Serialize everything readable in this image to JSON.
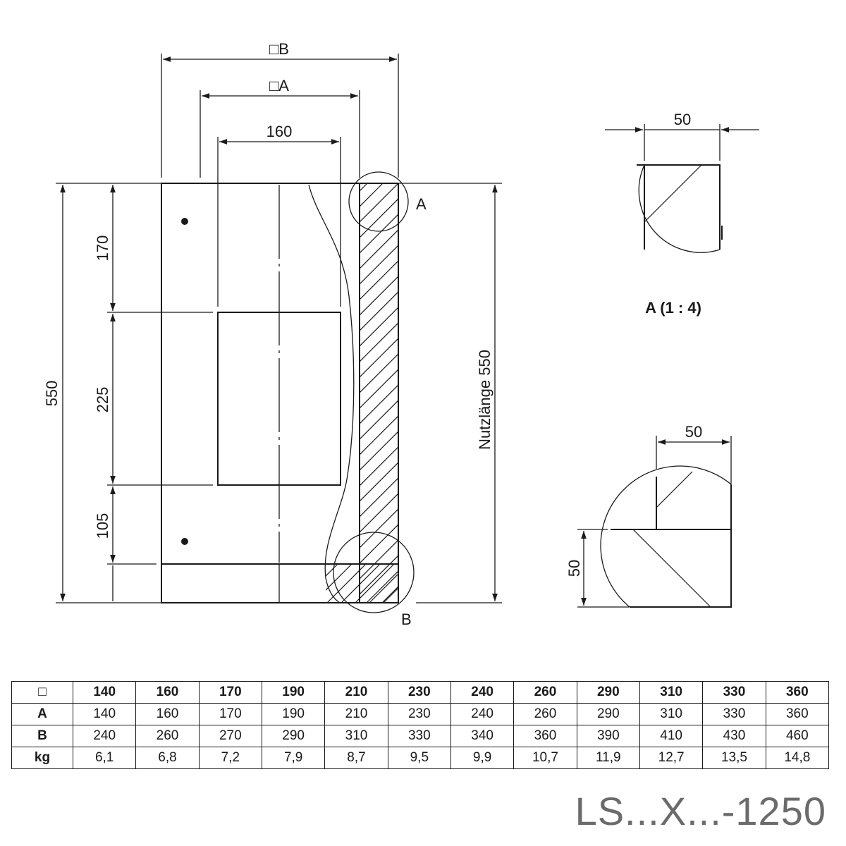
{
  "drawing": {
    "dims": {
      "outer_square": "□B",
      "inner_square": "□A",
      "opening_width": "160",
      "height_total": "550",
      "segment_top": "170",
      "segment_mid": "225",
      "segment_bottom": "105",
      "useful_length": "Nutzlänge 550"
    },
    "markers": {
      "detail_a": "A",
      "detail_b": "B"
    },
    "detail_a": {
      "width": "50",
      "caption": "A (1 : 4)"
    },
    "detail_b": {
      "width": "50",
      "height": "50"
    }
  },
  "table": {
    "headers": [
      "□",
      "140",
      "160",
      "170",
      "190",
      "210",
      "230",
      "240",
      "260",
      "290",
      "310",
      "330",
      "360"
    ],
    "rows": [
      {
        "label": "A",
        "values": [
          "140",
          "160",
          "170",
          "190",
          "210",
          "230",
          "240",
          "260",
          "290",
          "310",
          "330",
          "360"
        ]
      },
      {
        "label": "B",
        "values": [
          "240",
          "260",
          "270",
          "290",
          "310",
          "330",
          "340",
          "360",
          "390",
          "410",
          "430",
          "460"
        ]
      },
      {
        "label": "kg",
        "values": [
          "6,1",
          "6,8",
          "7,2",
          "7,9",
          "8,7",
          "9,5",
          "9,9",
          "10,7",
          "11,9",
          "12,7",
          "13,5",
          "14,8"
        ]
      }
    ]
  },
  "model_code": "LS...X...-1250"
}
